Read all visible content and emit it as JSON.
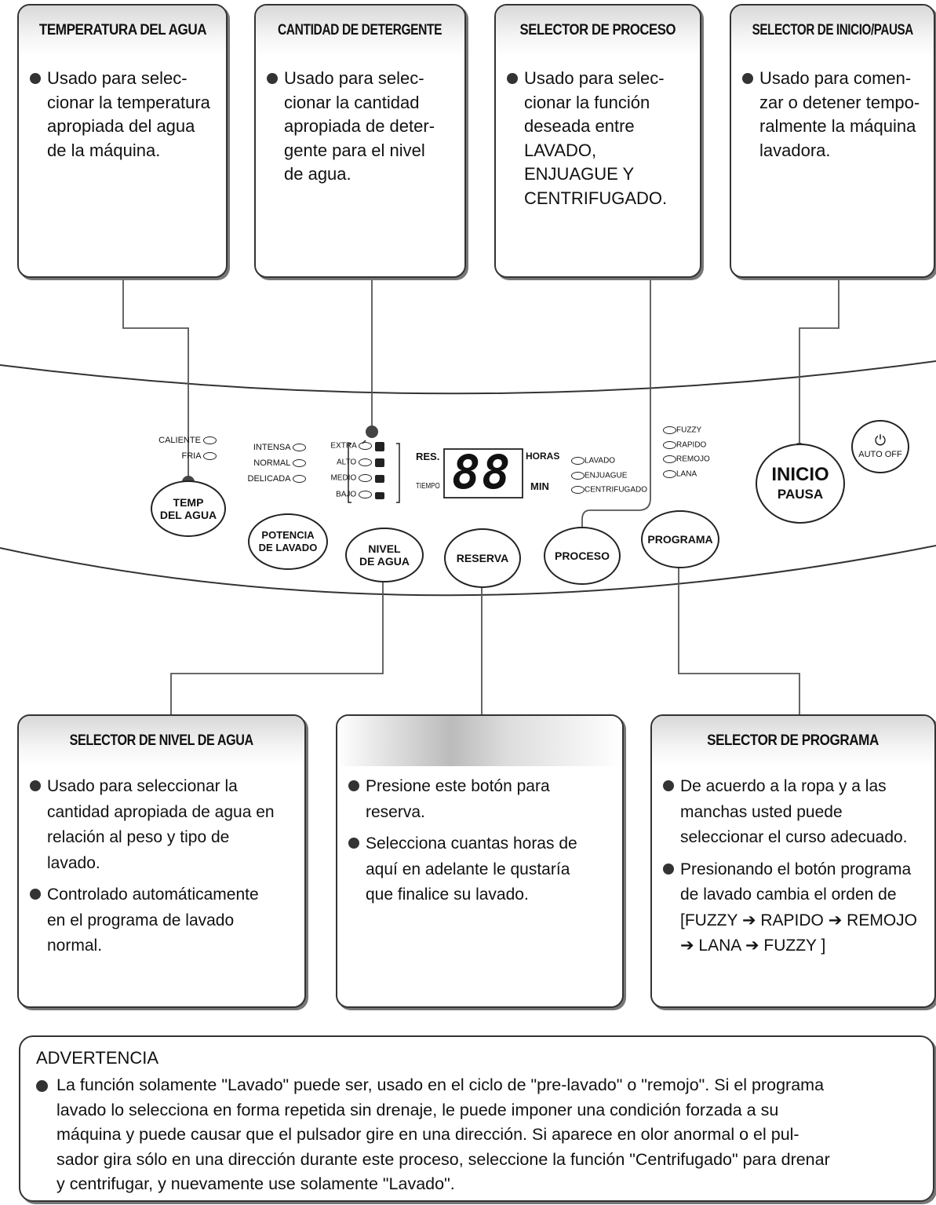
{
  "boxes": {
    "temp": {
      "title": "TEMPERATURA DEL AGUA",
      "lines": [
        "Usado para selec-",
        "cionar la temperatura",
        "apropiada del agua",
        "de la máquina."
      ]
    },
    "detergente": {
      "title": "CANTIDAD DE DETERGENTE",
      "lines": [
        "Usado para selec-",
        "cionar la cantidad",
        "apropiada de deter-",
        "gente para el nivel",
        "de agua."
      ]
    },
    "proceso": {
      "title": "SELECTOR DE PROCESO",
      "lines": [
        "Usado para selec-",
        "cionar la función",
        "deseada entre",
        "LAVADO,",
        "ENJUAGUE Y",
        "CENTRIFUGADO."
      ]
    },
    "inicio": {
      "title": "SELECTOR DE INICIO/PAUSA",
      "lines": [
        "Usado para comen-",
        "zar o detener tempo-",
        "ralmente la máquina",
        "lavadora."
      ]
    },
    "nivel": {
      "title": "SELECTOR DE NIVEL DE AGUA",
      "b1": [
        "Usado para seleccionar la",
        "cantidad apropiada de agua en",
        "relación al peso y tipo de",
        "lavado."
      ],
      "b2": [
        "Controlado automáticamente",
        "en el programa de lavado",
        "normal."
      ]
    },
    "reserva": {
      "title": "",
      "b1": [
        "Presione este botón para",
        "reserva."
      ],
      "b2": [
        "Selecciona cuantas horas de",
        "aquí en adelante le qustaría",
        "que finalice su lavado."
      ]
    },
    "programa": {
      "title": "SELECTOR DE PROGRAMA",
      "b1": [
        "De acuerdo a la ropa y a las",
        "manchas usted puede",
        "seleccionar el curso adecuado."
      ],
      "b2": [
        "Presionando el botón programa",
        "de lavado cambia el orden de",
        "[FUZZY ➔ RAPIDO ➔ REMOJO",
        "➔ LANA ➔ FUZZY ]"
      ]
    }
  },
  "panel": {
    "temp_opts": [
      "CALIENTE",
      "FRIA"
    ],
    "potencia_opts": [
      "INTENSA",
      "NORMAL",
      "DELICADA"
    ],
    "nivel_opts": [
      "EXTRA",
      "ALTO",
      "MEDIO",
      "BAJO"
    ],
    "res": "RES.",
    "tiempo": "TIEMPO",
    "display": "88",
    "horas": "HORAS",
    "min": "MIN",
    "proceso_opts": [
      "LAVADO",
      "ENJUAGUE",
      "CENTRIFUGADO"
    ],
    "programa_opts": [
      "FUZZY",
      "RAPIDO",
      "REMOJO",
      "LANA"
    ],
    "auto_off": "AUTO OFF",
    "power_symbol": "⏻",
    "buttons": {
      "temp": [
        "TEMP",
        "DEL AGUA"
      ],
      "potencia": [
        "POTENCIA",
        "DE LAVADO"
      ],
      "nivel": [
        "NIVEL",
        "DE AGUA"
      ],
      "reserva": "RESERVA",
      "proceso": "PROCESO",
      "programa": "PROGRAMA",
      "inicio": [
        "INICIO",
        "PAUSA"
      ]
    }
  },
  "warning": {
    "title": "ADVERTENCIA",
    "lines": [
      "La función solamente \"Lavado\" puede ser, usado en el ciclo de \"pre-lavado\" o \"remojo\". Si el programa",
      "lavado lo selecciona en forma repetida sin drenaje, le puede imponer una condición forzada a su",
      "máquina y puede causar que el pulsador gire en una dirección. Si aparece en olor anormal o el pul-",
      "sador gira sólo en una dirección durante este proceso, seleccione la función \"Centrifugado\" para drenar",
      "y centrifugar, y nuevamente use solamente \"Lavado\"."
    ]
  }
}
